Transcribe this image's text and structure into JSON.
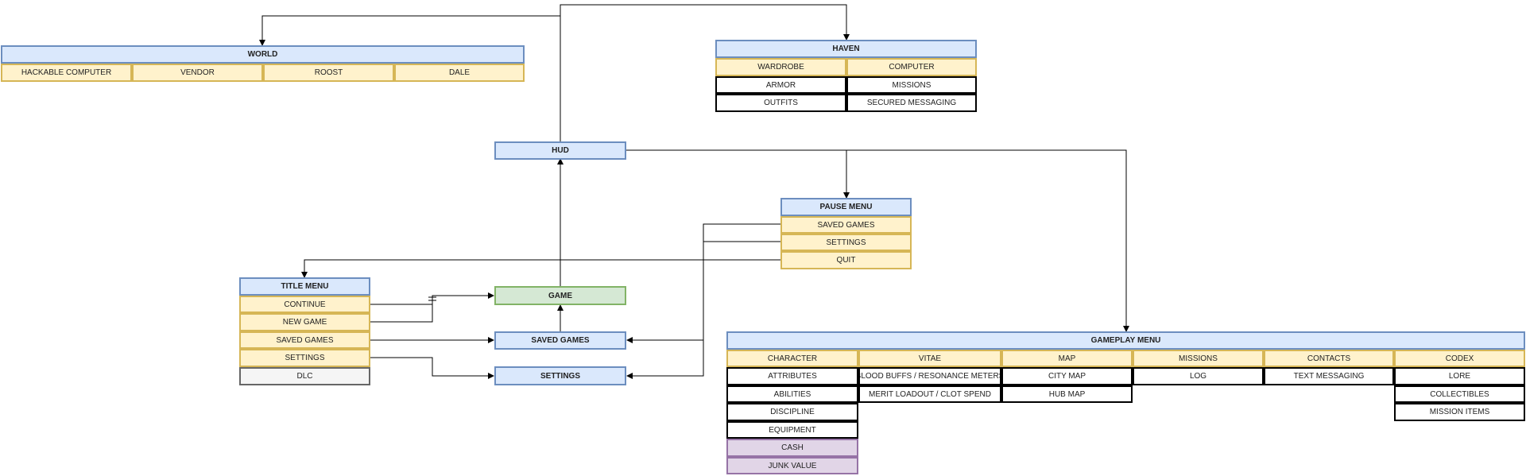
{
  "colors": {
    "header_fill": "#dae8fc",
    "header_stroke": "#6c8ebf",
    "item_fill": "#fff2cc",
    "item_stroke": "#d6b656",
    "game_fill": "#d5e8d4",
    "game_stroke": "#82b366",
    "dlc_fill": "#f5f5f5",
    "dlc_stroke": "#666666",
    "extra_fill": "#e1d5e7",
    "extra_stroke": "#9673a6",
    "edge": "#000000"
  },
  "world": {
    "title": "WORLD",
    "items": [
      "HACKABLE COMPUTER",
      "VENDOR",
      "ROOST",
      "DALE"
    ]
  },
  "haven": {
    "title": "HAVEN",
    "wardrobe": {
      "label": "WARDROBE",
      "children": [
        "ARMOR",
        "OUTFITS"
      ]
    },
    "computer": {
      "label": "COMPUTER",
      "children": [
        "MISSIONS",
        "SECURED MESSAGING"
      ]
    }
  },
  "hud": {
    "title": "HUD"
  },
  "pause_menu": {
    "title": "PAUSE MENU",
    "items": [
      "SAVED GAMES",
      "SETTINGS",
      "QUIT"
    ]
  },
  "title_menu": {
    "title": "TITLE MENU",
    "items": [
      "CONTINUE",
      "NEW GAME",
      "SAVED GAMES",
      "SETTINGS"
    ],
    "dlc": "DLC"
  },
  "game": {
    "title": "GAME"
  },
  "saved_games": {
    "title": "SAVED GAMES"
  },
  "settings": {
    "title": "SETTINGS"
  },
  "gameplay_menu": {
    "title": "GAMEPLAY MENU",
    "character": {
      "label": "CHARACTER",
      "children": [
        "ATTRIBUTES",
        "ABILITIES",
        "DISCIPLINE",
        "EQUIPMENT"
      ],
      "extras": [
        "CASH",
        "JUNK VALUE"
      ]
    },
    "vitae": {
      "label": "VITAE",
      "children": [
        "BLOOD BUFFS / RESONANCE METERS",
        "MERIT LOADOUT / CLOT SPEND"
      ]
    },
    "map": {
      "label": "MAP",
      "children": [
        "CITY MAP",
        "HUB MAP"
      ]
    },
    "missions": {
      "label": "MISSIONS",
      "children": [
        "LOG"
      ]
    },
    "contacts": {
      "label": "CONTACTS",
      "children": [
        "TEXT MESSAGING"
      ]
    },
    "codex": {
      "label": "CODEX",
      "children": [
        "LORE",
        "COLLECTIBLES",
        "MISSION ITEMS"
      ]
    }
  }
}
